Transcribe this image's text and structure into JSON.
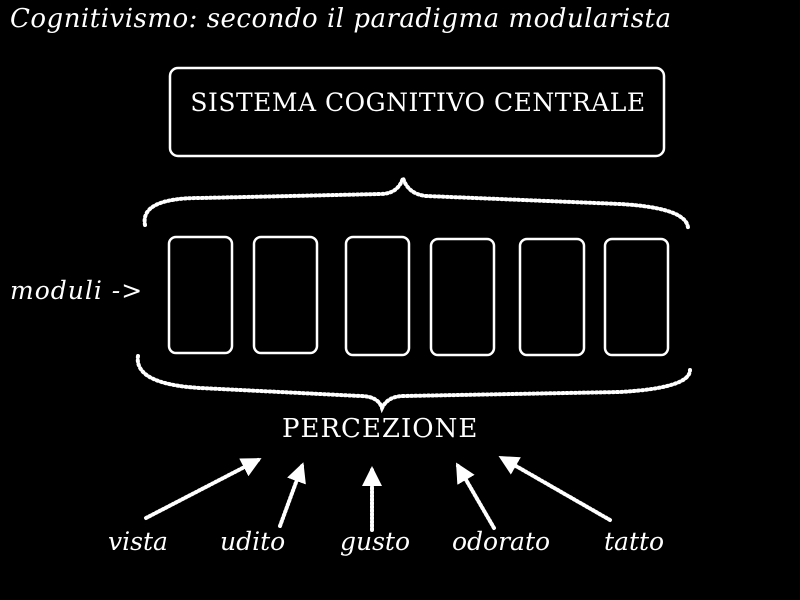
{
  "title": "Cognitivismo: secondo il paradigma modularista",
  "central_system": {
    "label": "SISTEMA COGNITIVO CENTRALE"
  },
  "modules": {
    "label": "moduli ->",
    "count": 6
  },
  "perception": {
    "label": "PERCEZIONE"
  },
  "senses": [
    {
      "label": "vista"
    },
    {
      "label": "udito"
    },
    {
      "label": "gusto"
    },
    {
      "label": "odorato"
    },
    {
      "label": "tatto"
    }
  ],
  "colors": {
    "background": "#000000",
    "stroke": "#ffffff"
  }
}
